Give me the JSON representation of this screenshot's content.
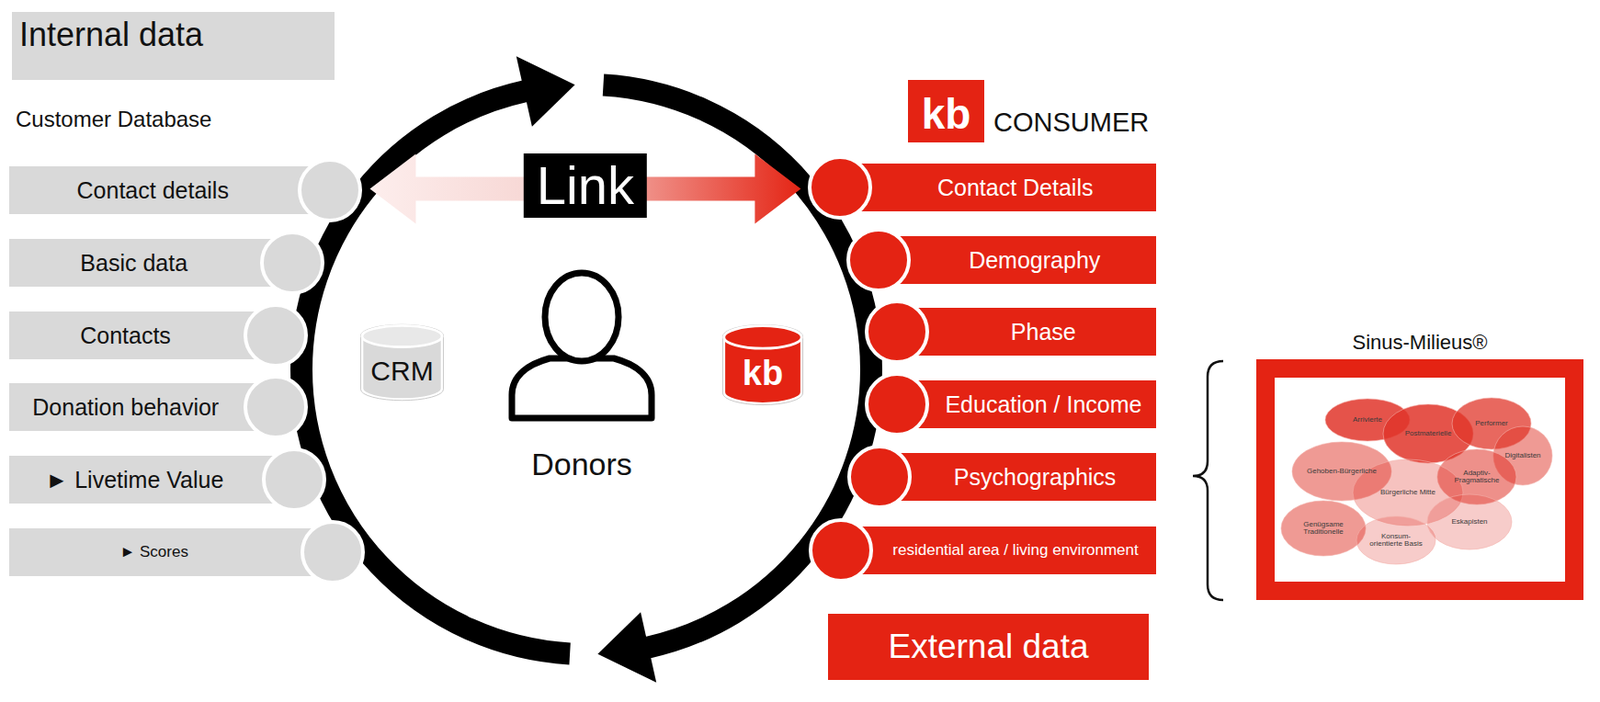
{
  "diagram": {
    "nodes": [
      {
        "text": [
          "Internal data"
        ]
      },
      {
        "text": [
          "Contact details"
        ]
      },
      {
        "text": [
          "Basic data"
        ]
      },
      {
        "text": [
          "Contacts"
        ]
      },
      {
        "text": [
          "Donation behavior"
        ]
      },
      {
        "text": [
          "► Livetime Value"
        ]
      },
      {
        "text": [
          "► Scores"
        ]
      },
      {
        "text": [
          "CRM"
        ]
      },
      {
        "text": [
          "kb"
        ]
      },
      {
        "text": [
          "kb",
          "CONSUMER"
        ]
      },
      {
        "text": [
          "Contact Details"
        ]
      },
      {
        "text": [
          "Demography"
        ]
      },
      {
        "text": [
          "Phase"
        ]
      },
      {
        "text": [
          "Education / Income"
        ]
      },
      {
        "text": [
          "Psychographics"
        ]
      },
      {
        "text": [
          "residential area / living environment"
        ]
      },
      {
        "text": [
          "External data"
        ]
      },
      {
        "text": [
          "Sinus-Milieus®"
        ]
      },
      {
        "text": [
          "Arrivierte"
        ],
        "in": 17
      },
      {
        "text": [
          "Postmaterielle"
        ],
        "in": 17
      },
      {
        "text": [
          "Performer"
        ],
        "in": 17
      },
      {
        "text": [
          "Digitalisten"
        ],
        "in": 17
      },
      {
        "text": [
          "Gehoben-Bürgerliche"
        ],
        "in": 17
      },
      {
        "text": [
          "Adaptiv-Pragmatische"
        ],
        "in": 17
      },
      {
        "text": [
          "Bürgerliche Mitte"
        ],
        "in": 17
      },
      {
        "text": [
          "Genügsame Traditionelle"
        ],
        "in": 17
      },
      {
        "text": [
          "Konsum-orientierte Basis"
        ],
        "in": 17
      },
      {
        "text": [
          "Eskapisten"
        ],
        "in": 17
      }
    ],
    "edges": [
      {
        "from": 1,
        "to": 10,
        "arrow": "both",
        "label": "Link"
      }
    ],
    "labels": [
      "Customer Database",
      "Donors"
    ]
  }
}
